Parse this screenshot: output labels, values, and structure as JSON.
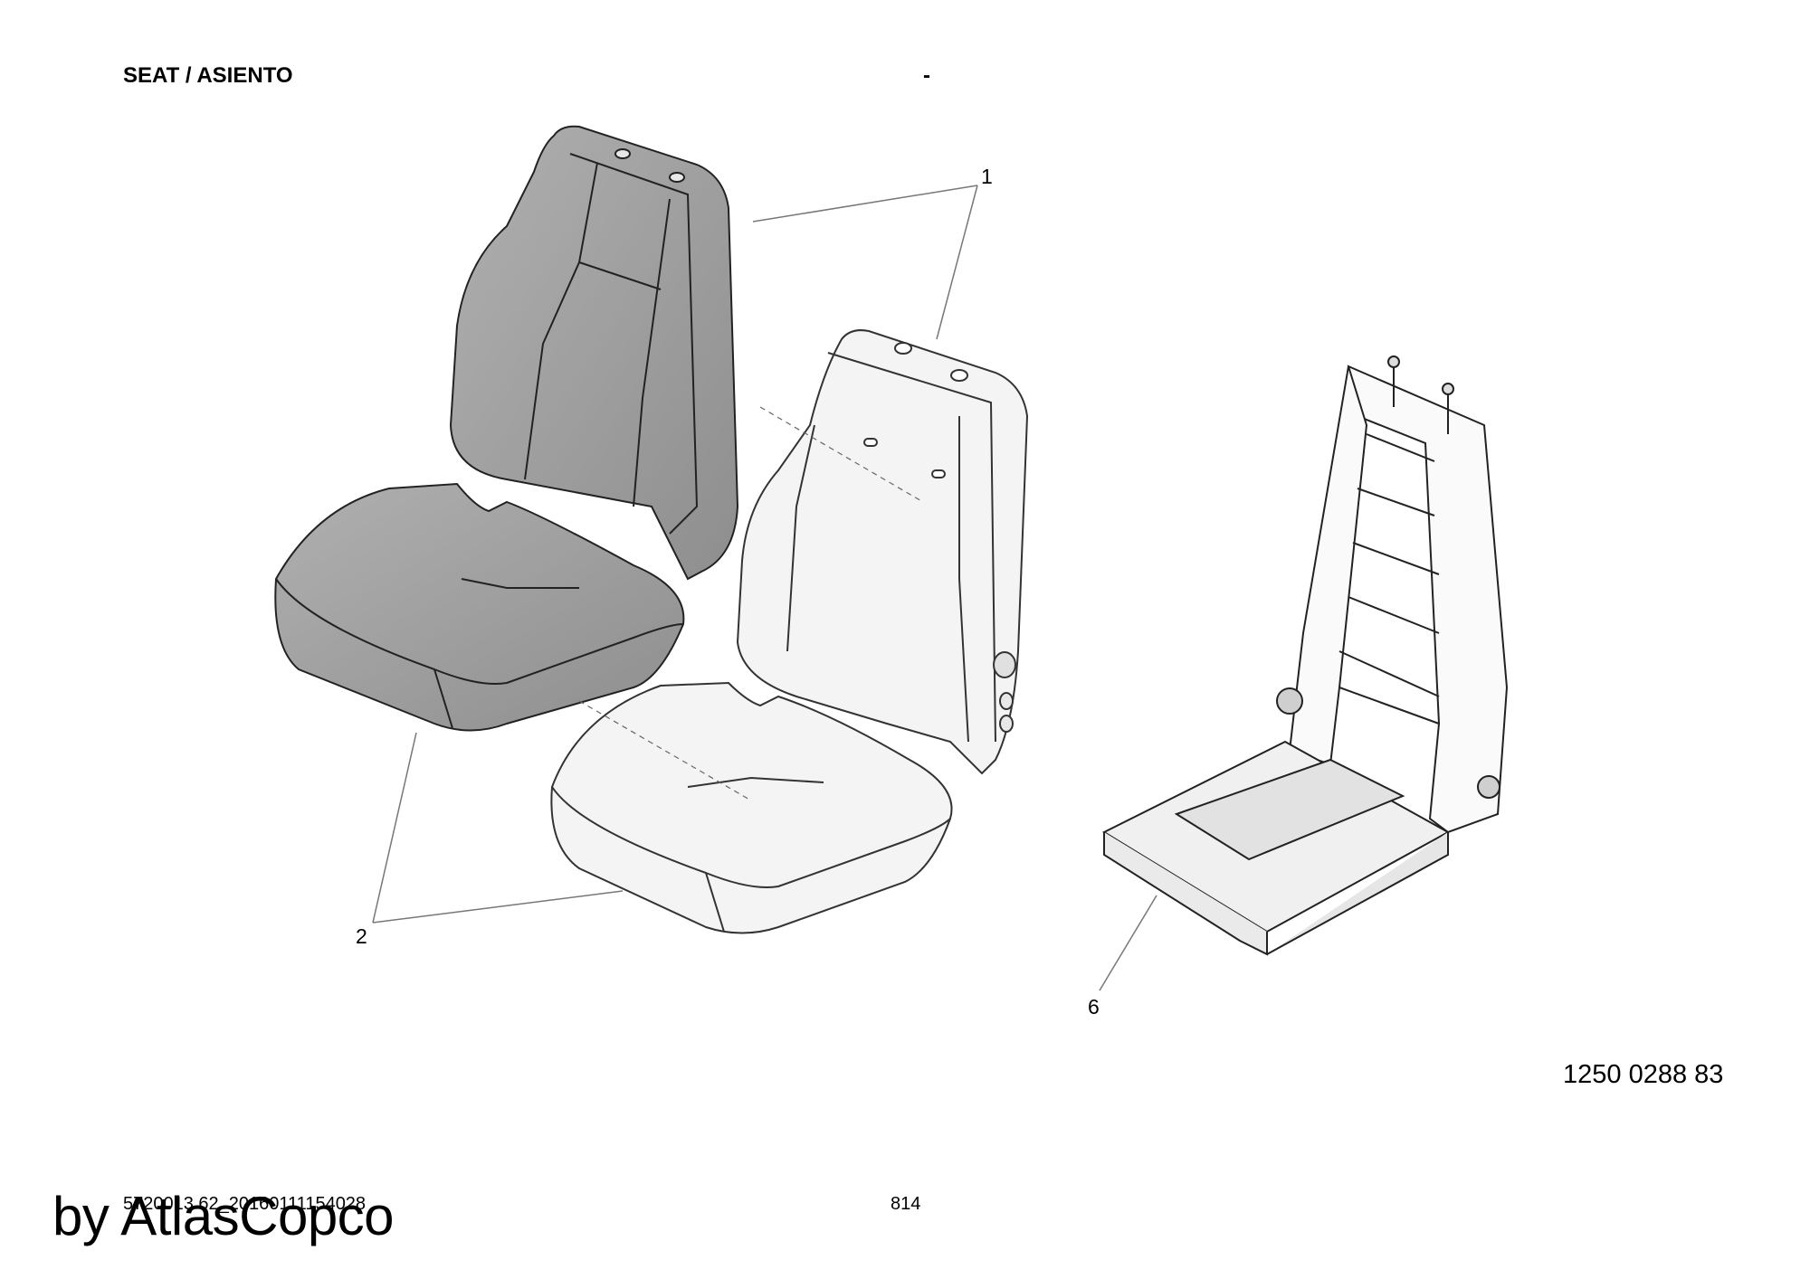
{
  "header": {
    "title": "SEAT / ASIENTO",
    "separator": "-"
  },
  "callouts": {
    "backrest_cover": "1",
    "seat_cushion_cover": "2",
    "frame": "6"
  },
  "part_number": "1250 0288 83",
  "footer": {
    "doc_ref": "5720013 62_20160111154028",
    "page_number": "814",
    "brand": "by AtlasCopco"
  },
  "colors": {
    "cover_fill": "#9a9a9a",
    "foam_fill": "#f2f2f2",
    "line": "#333333"
  }
}
